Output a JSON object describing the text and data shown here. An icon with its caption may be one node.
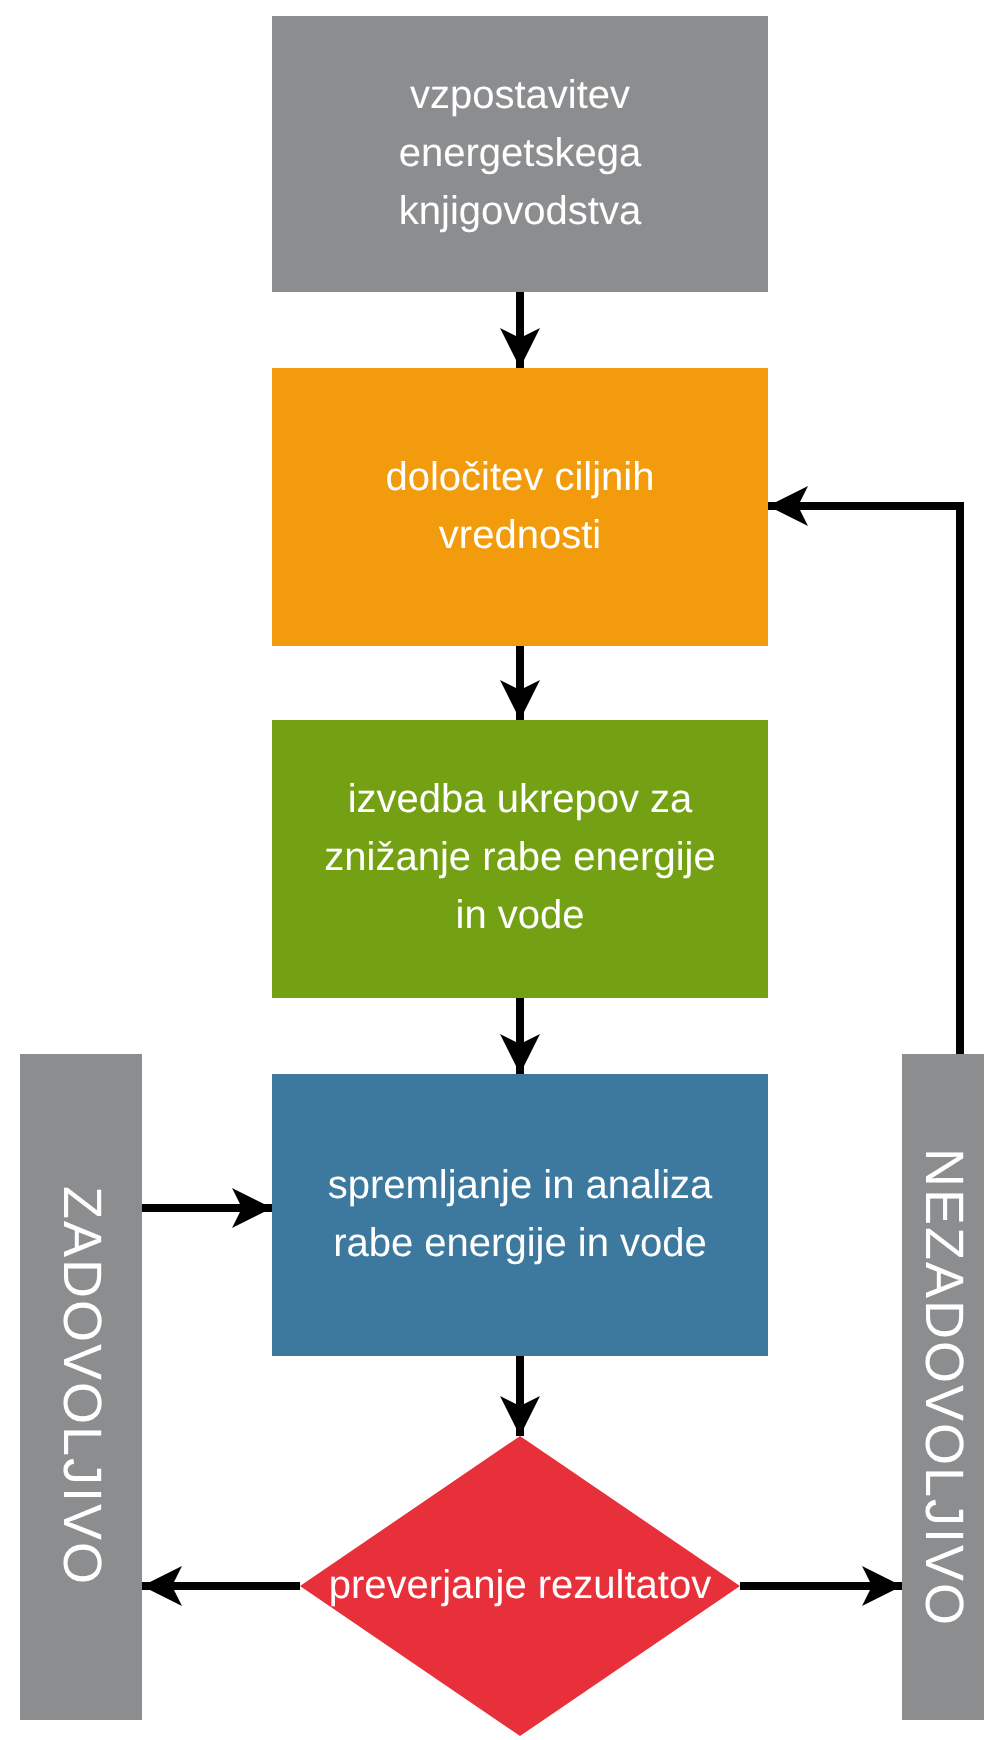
{
  "diagram": {
    "nodes": [
      {
        "text": [
          "vzpostavitev energetskega knjigovodstva"
        ]
      },
      {
        "text": [
          "določitev ciljnih vrednosti"
        ]
      },
      {
        "text": [
          "izvedba ukrepov za znižanje rabe energije in vode"
        ]
      },
      {
        "text": [
          "spremljanje in analiza rabe energije in vode"
        ]
      },
      {
        "text": [
          "preverjanje rezultatov"
        ]
      },
      {
        "text": [
          "ZADOVOLJIVO"
        ]
      },
      {
        "text": [
          "NEZADOVOLJIVO"
        ]
      }
    ],
    "edges": [
      {
        "from": 0,
        "to": 1,
        "arrow": "to"
      },
      {
        "from": 1,
        "to": 2,
        "arrow": "to"
      },
      {
        "from": 2,
        "to": 3,
        "arrow": "to"
      },
      {
        "from": 3,
        "to": 4,
        "arrow": "to"
      },
      {
        "from": 4,
        "to": 5,
        "arrow": "to"
      },
      {
        "from": 4,
        "to": 6,
        "arrow": "to"
      },
      {
        "from": 6,
        "to": 1,
        "arrow": "to"
      },
      {
        "from": 5,
        "to": 3,
        "arrow": "to"
      }
    ]
  }
}
